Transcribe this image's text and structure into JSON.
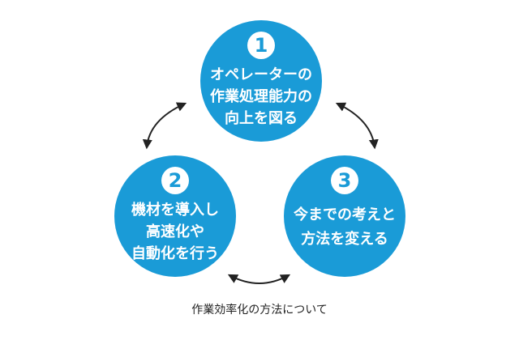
{
  "circles": [
    {
      "number": "1",
      "lines": [
        "オペレーターの",
        "作業処理能力の",
        "向上を図る"
      ]
    },
    {
      "number": "2",
      "lines": [
        "機材を導入し",
        "高速化や",
        "自動化を行う"
      ]
    },
    {
      "number": "3",
      "lines": [
        "今までの考えと",
        "方法を変える"
      ]
    }
  ],
  "caption": "作業効率化の方法について",
  "colors": {
    "circle": "#1a9bd7",
    "arrow": "#222222",
    "text": "#ffffff"
  },
  "icons": [
    "double-arrow-icon"
  ]
}
